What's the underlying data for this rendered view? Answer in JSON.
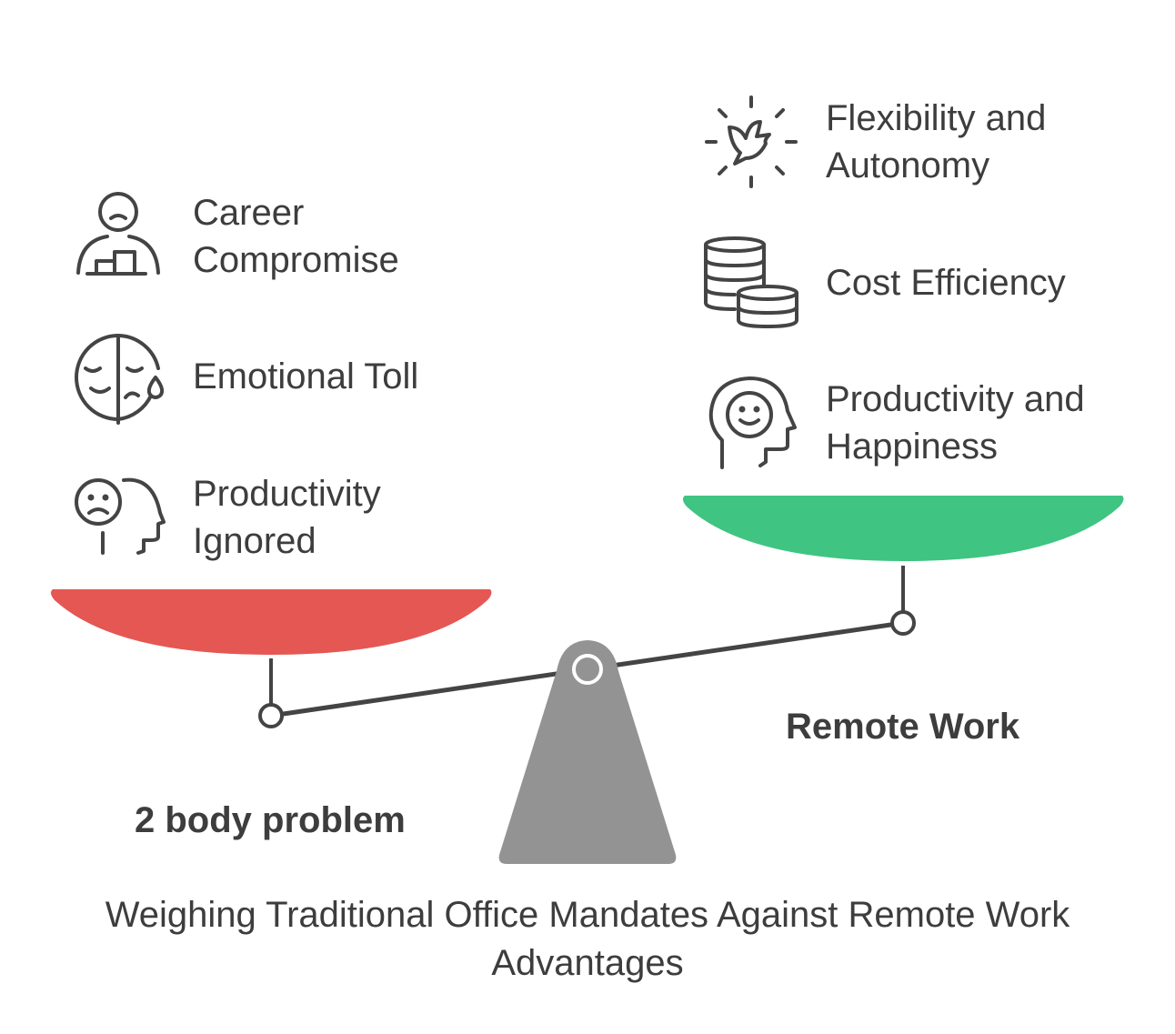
{
  "left_side": {
    "label": "2 body problem",
    "pan_color": "#e55753",
    "items": [
      {
        "icon": "career-compromise-icon",
        "lines": [
          "Career",
          "Compromise"
        ]
      },
      {
        "icon": "emotional-toll-icon",
        "lines": [
          "Emotional Toll"
        ]
      },
      {
        "icon": "productivity-ignored-icon",
        "lines": [
          "Productivity",
          "Ignored"
        ]
      }
    ]
  },
  "right_side": {
    "label": "Remote Work",
    "pan_color": "#3fc482",
    "items": [
      {
        "icon": "flexibility-bird-icon",
        "lines": [
          "Flexibility and",
          "Autonomy"
        ]
      },
      {
        "icon": "coins-stack-icon",
        "lines": [
          "Cost Efficiency"
        ]
      },
      {
        "icon": "happy-head-icon",
        "lines": [
          "Productivity and",
          "Happiness"
        ]
      }
    ]
  },
  "fulcrum_color": "#939393",
  "caption": [
    "Weighing Traditional Office Mandates Against Remote Work",
    "Advantages"
  ]
}
